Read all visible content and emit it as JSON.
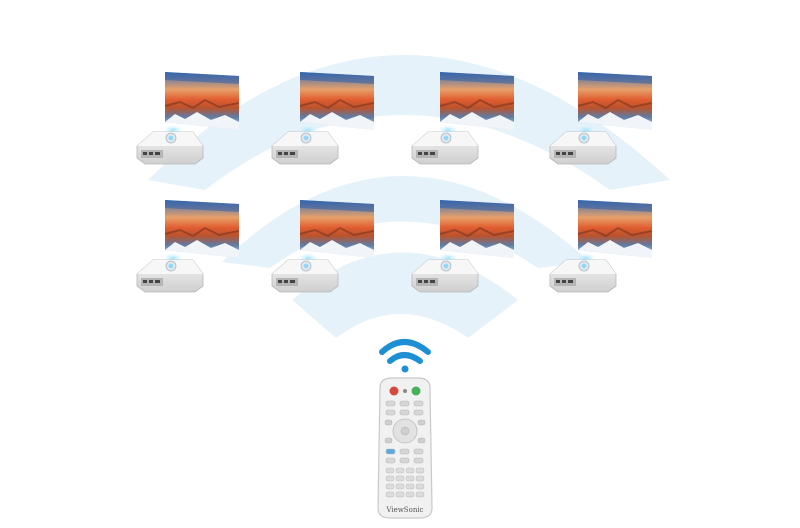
{
  "remote": {
    "brand_label": "ViewSonic"
  },
  "colors": {
    "wave": "#e6f2fa",
    "signal": "#1f8fd4",
    "power": "#d34a3a",
    "green": "#46b35a"
  },
  "layout_rows": 2,
  "projectors_per_row": 4
}
